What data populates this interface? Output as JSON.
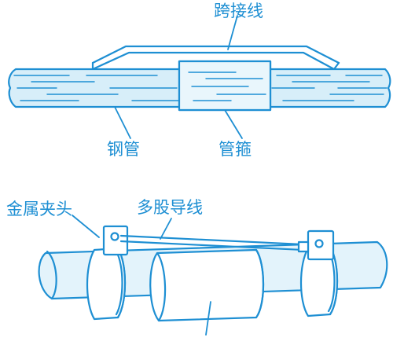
{
  "labels": {
    "jumper_wire": "跨接线",
    "steel_pipe": "钢管",
    "pipe_hoop": "管箍",
    "metal_clamp": "金属夹头",
    "stranded_wire": "多股导线"
  },
  "colors": {
    "line": "#1e8fd3",
    "fill_top": "#d7eef9",
    "fill_bottom": "#e3f3fb",
    "label": "#1e8fd3"
  }
}
